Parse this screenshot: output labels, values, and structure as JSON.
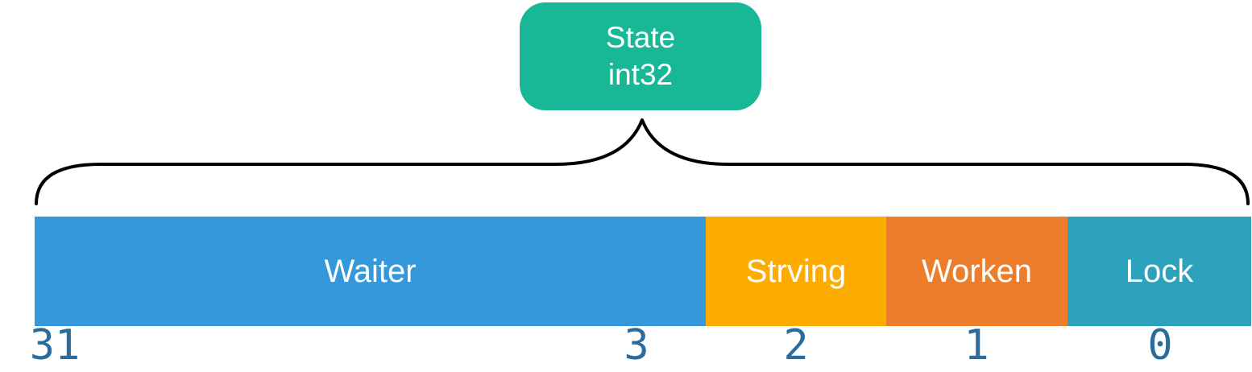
{
  "diagram": {
    "node": {
      "line1": "State",
      "line2": "int32",
      "color": "#18b795",
      "text_color": "#ffffff"
    },
    "brace": {
      "color": "#000000"
    },
    "fields": [
      {
        "label": "Waiter",
        "color": "#3498db",
        "bits": "31-3"
      },
      {
        "label": "Strving",
        "color": "#fcab00",
        "bits": "2"
      },
      {
        "label": "Worken",
        "color": "#ec7d2d",
        "bits": "1"
      },
      {
        "label": "Lock",
        "color": "#2da2bd",
        "bits": "0"
      }
    ],
    "bit_labels": [
      "31",
      "3",
      "2",
      "1",
      "0"
    ],
    "bit_label_color": "#2b6c9d"
  }
}
